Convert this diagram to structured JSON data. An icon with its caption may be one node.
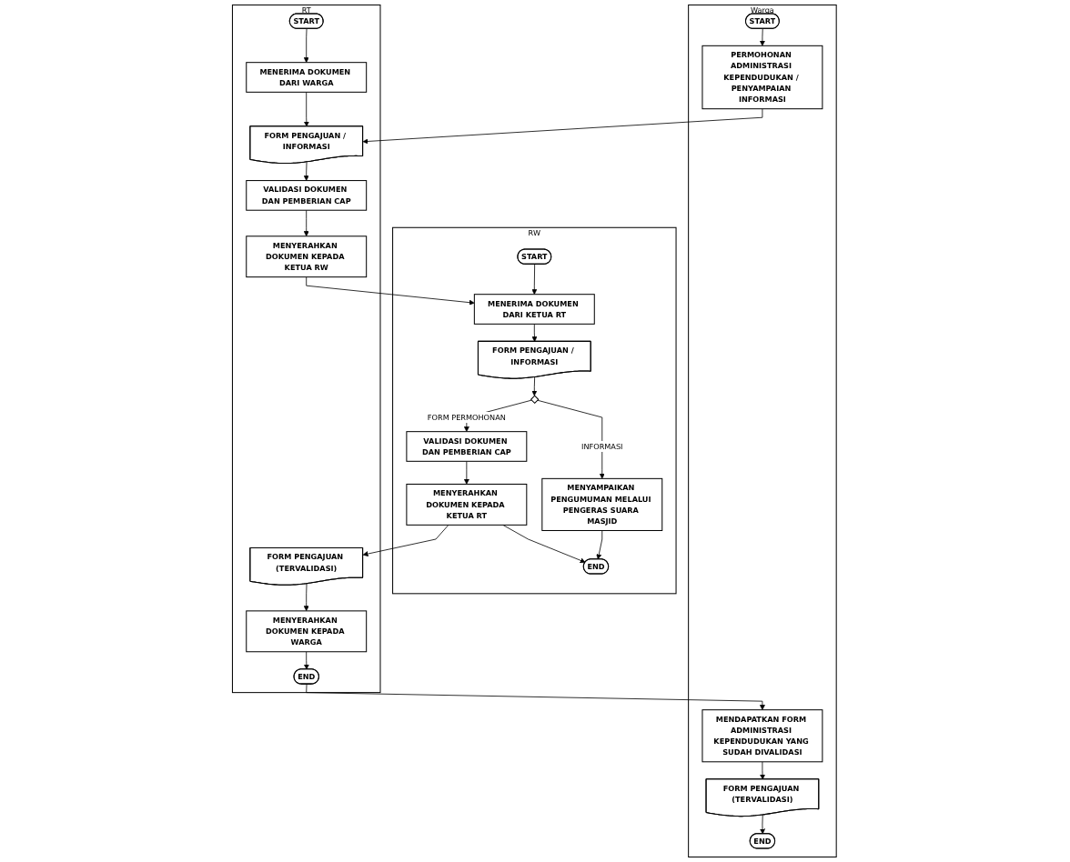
{
  "diagram": {
    "nodes": [
      {
        "text": [
          "Warga"
        ]
      },
      {
        "text": [
          "START"
        ],
        "in": 0
      },
      {
        "text": [
          "PERMOHONAN ADMINISTRASI KEPENDUDUKAN / PENYAMPAIAN INFORMASI"
        ],
        "in": 0
      },
      {
        "text": [
          "MENDAPATKAN FORM ADMINISTRASI KEPENDUDUKAN YANG SUDAH DIVALIDASI"
        ],
        "in": 0
      },
      {
        "text": [
          "FORM PENGAJUAN (TERVALIDASI)"
        ],
        "in": 0
      },
      {
        "text": [
          "END"
        ],
        "in": 0
      },
      {
        "text": [
          "RT"
        ]
      },
      {
        "text": [
          "START"
        ],
        "in": 6
      },
      {
        "text": [
          "MENERIMA DOKUMEN DARI WARGA"
        ],
        "in": 6
      },
      {
        "text": [
          "FORM PENGAJUAN / INFORMASI"
        ],
        "in": 6
      },
      {
        "text": [
          "VALIDASI DOKUMEN DAN PEMBERIAN CAP"
        ],
        "in": 6
      },
      {
        "text": [
          "MENYERAHKAN DOKUMEN KEPADA KETUA RW"
        ],
        "in": 6
      },
      {
        "text": [
          "FORM PENGAJUAN (TERVALIDASI)"
        ],
        "in": 6
      },
      {
        "text": [
          "MENYERAHKAN DOKUMEN KEPADA WARGA"
        ],
        "in": 6
      },
      {
        "text": [
          "END"
        ],
        "in": 6
      },
      {
        "text": [
          "RW"
        ]
      },
      {
        "text": [
          "START"
        ],
        "in": 15
      },
      {
        "text": [
          "MENERIMA DOKUMEN DARI KETUA RT"
        ],
        "in": 15
      },
      {
        "text": [
          "FORM PENGAJUAN / INFORMASI"
        ],
        "in": 15
      },
      {
        "text": [],
        "shape": "diamond",
        "in": 15
      },
      {
        "text": [
          "VALIDASI DOKUMEN DAN PEMBERIAN CAP"
        ],
        "in": 15
      },
      {
        "text": [
          "MENYAMPAIKAN PENGUMUMAN MELALUI PENGERAS SUARA MASJID"
        ],
        "in": 15
      },
      {
        "text": [
          "MENYERAHKAN DOKUMEN KEPADA KETUA RT"
        ],
        "in": 15
      },
      {
        "text": [
          "END"
        ],
        "in": 15
      }
    ],
    "edges": [
      {
        "from": 1,
        "to": 2,
        "arrow": "to"
      },
      {
        "from": 2,
        "to": 9,
        "arrow": "to"
      },
      {
        "from": 3,
        "to": 4,
        "arrow": "to"
      },
      {
        "from": 4,
        "to": 5,
        "arrow": "to"
      },
      {
        "from": 7,
        "to": 8,
        "arrow": "to"
      },
      {
        "from": 8,
        "to": 9,
        "arrow": "to"
      },
      {
        "from": 9,
        "to": 10,
        "arrow": "to"
      },
      {
        "from": 10,
        "to": 11,
        "arrow": "to"
      },
      {
        "from": 11,
        "to": 17,
        "arrow": "to"
      },
      {
        "from": 12,
        "to": 13,
        "arrow": "to"
      },
      {
        "from": 13,
        "to": 14,
        "arrow": "to"
      },
      {
        "from": 14,
        "to": 3,
        "arrow": "to"
      },
      {
        "from": 16,
        "to": 17,
        "arrow": "to"
      },
      {
        "from": 17,
        "to": 18,
        "arrow": "to"
      },
      {
        "from": 18,
        "to": 19,
        "arrow": "to"
      },
      {
        "from": 19,
        "to": 20,
        "label": "FORM PERMOHONAN",
        "arrow": "to"
      },
      {
        "from": 19,
        "to": 21,
        "label": "INFORMASI",
        "arrow": "to"
      },
      {
        "from": 20,
        "to": 22,
        "arrow": "to"
      },
      {
        "from": 22,
        "to": 12,
        "arrow": "to"
      },
      {
        "from": 22,
        "to": 23,
        "arrow": "to"
      },
      {
        "from": 21,
        "to": 23,
        "arrow": "to"
      }
    ]
  }
}
